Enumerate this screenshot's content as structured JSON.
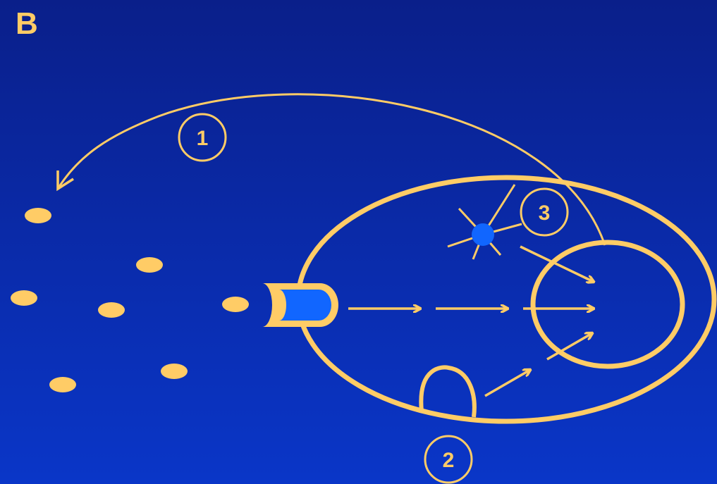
{
  "panel": {
    "label": "B"
  },
  "markers": [
    {
      "id": "1",
      "label": "1"
    },
    {
      "id": "2",
      "label": "2"
    },
    {
      "id": "3",
      "label": "3"
    }
  ],
  "colors": {
    "background_top": "#0a1f8a",
    "background_bottom": "#0a36c8",
    "stroke": "#ffcc66",
    "accent": "#1166ff"
  }
}
